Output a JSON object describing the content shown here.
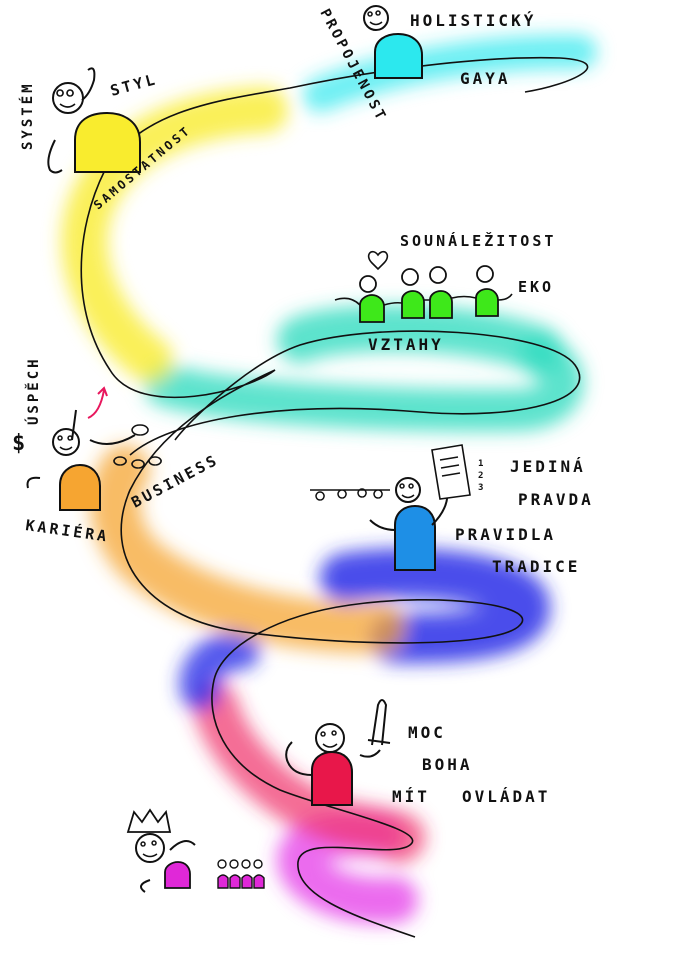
{
  "colors": {
    "magenta": "#e43be8",
    "red": "#f0306a",
    "blue": "#2c2ee8",
    "orange": "#f6a531",
    "teal": "#33dcc1",
    "yellow": "#f9ec2e",
    "cyan": "#2ce8ee",
    "ink": "#111111"
  },
  "levels": {
    "yellow": {
      "words": [
        "SYSTÉM",
        "STYL",
        "SAMOSTATNOST"
      ]
    },
    "cyan": {
      "words": [
        "HOLISTICKÝ",
        "GAYA",
        "PROPOJENOST"
      ]
    },
    "teal": {
      "words": [
        "SOUNÁLEŽITOST",
        "EKO",
        "VZTAHY"
      ]
    },
    "orange": {
      "words": [
        "ÚSPĚCH",
        "BUSINESS",
        "KARIÉRA",
        "$"
      ]
    },
    "blue": {
      "words": [
        "JEDINÁ",
        "PRAVDA",
        "PRAVIDLA",
        "TRADICE",
        "1",
        "2",
        "3"
      ]
    },
    "red": {
      "words": [
        "MOC",
        "BOHA",
        "MÍT",
        "OVLÁDAT"
      ]
    }
  }
}
